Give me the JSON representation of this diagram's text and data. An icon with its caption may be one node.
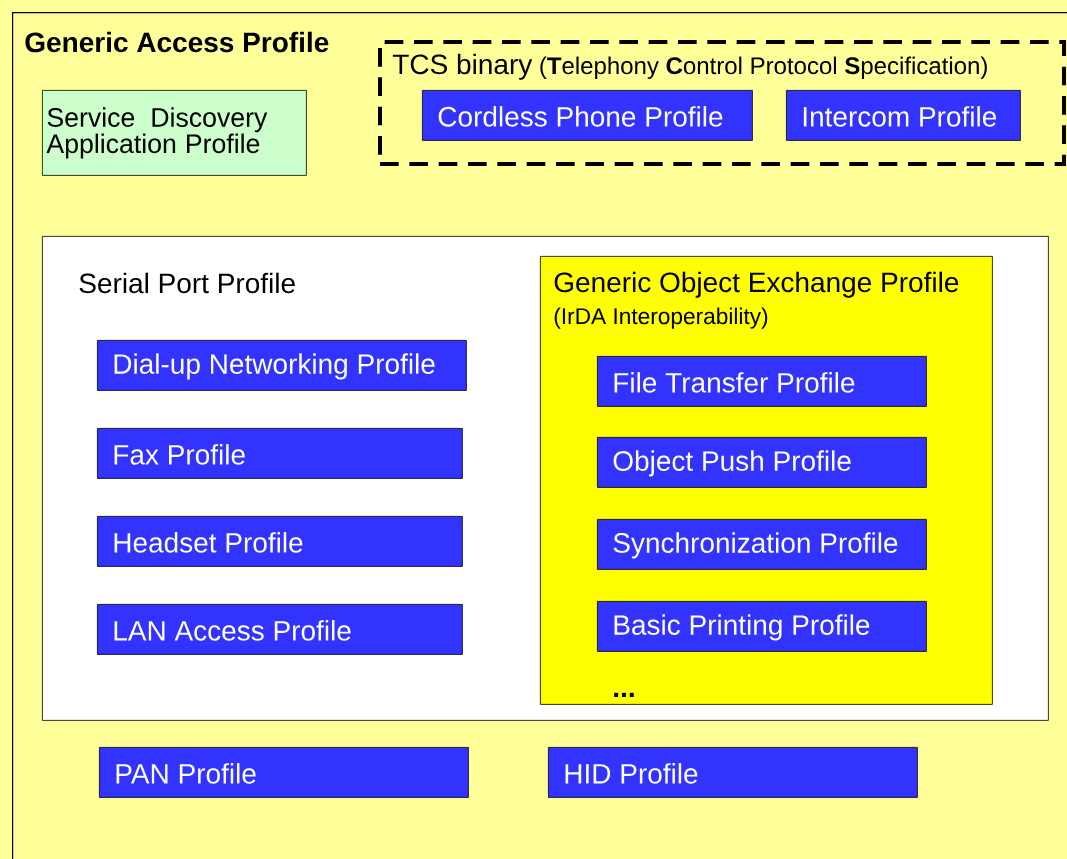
{
  "diagram": {
    "nodes": [
      {
        "text": [
          "Generic Access Profile"
        ]
      },
      {
        "text": [
          "Service Discovery Application Profile"
        ],
        "in": 0
      },
      {
        "text": [
          "TCS binary",
          "(**T**elephony **C**ontrol Protocol **S**pecification)"
        ],
        "in": 0
      },
      {
        "text": [
          "Cordless Phone Profile"
        ],
        "in": 2
      },
      {
        "text": [
          "Intercom Profile"
        ],
        "in": 2
      },
      {
        "text": [
          "Serial Port Profile"
        ],
        "in": 0
      },
      {
        "text": [
          "Dial-up Networking Profile"
        ],
        "in": 5
      },
      {
        "text": [
          "Fax Profile"
        ],
        "in": 5
      },
      {
        "text": [
          "Headset Profile"
        ],
        "in": 5
      },
      {
        "text": [
          "LAN Access Profile"
        ],
        "in": 5
      },
      {
        "text": [
          "Generic Object Exchange Profile",
          "(IrDA Interoperability)",
          "..."
        ],
        "in": 5
      },
      {
        "text": [
          "File Transfer Profile"
        ],
        "in": 10
      },
      {
        "text": [
          "Object Push Profile"
        ],
        "in": 10
      },
      {
        "text": [
          "Synchronization Profile"
        ],
        "in": 10
      },
      {
        "text": [
          "Basic Printing Profile"
        ],
        "in": 10
      },
      {
        "text": [
          "PAN Profile"
        ],
        "in": 0
      },
      {
        "text": [
          "HID Profile"
        ],
        "in": 0
      }
    ]
  }
}
